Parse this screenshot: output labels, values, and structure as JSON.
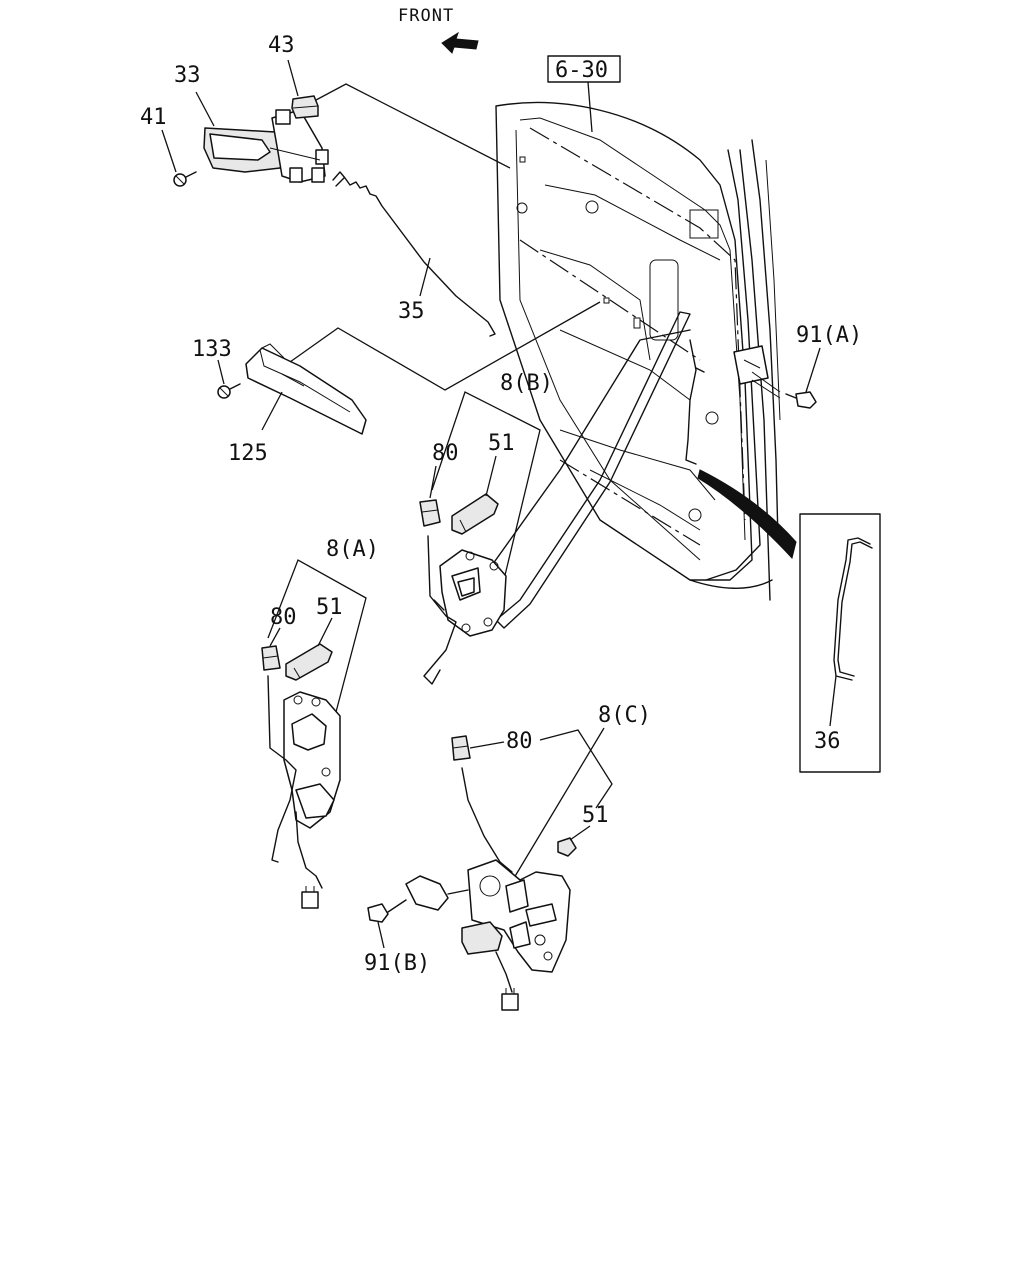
{
  "front_label": "FRONT",
  "ref_box_label": "6-30",
  "labels": {
    "p43": "43",
    "p33": "33",
    "p41": "41",
    "p35": "35",
    "p133": "133",
    "p125": "125",
    "p8b": "8(B)",
    "p80b": "80",
    "p51b": "51",
    "p8a": "8(A)",
    "p80a": "80",
    "p51a": "51",
    "p91a": "91(A)",
    "p36": "36",
    "p8c": "8(C)",
    "p80c": "80",
    "p51c": "51",
    "p91b": "91(B)"
  }
}
